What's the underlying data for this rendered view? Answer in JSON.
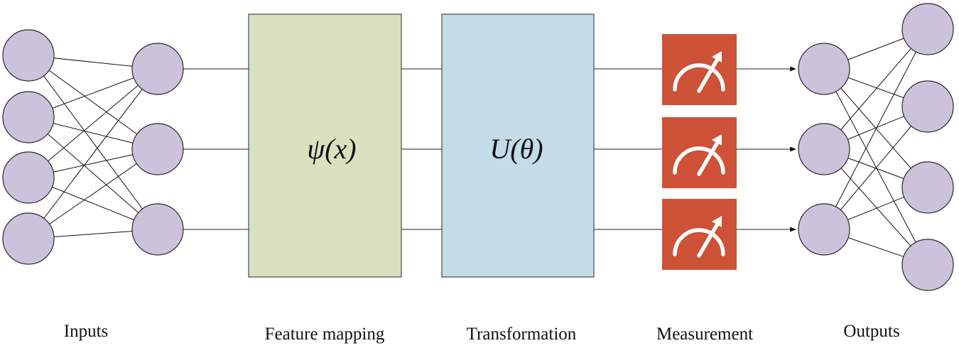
{
  "stages": {
    "inputs": "Inputs",
    "feature_mapping": "Feature mapping",
    "transformation": "Transformation",
    "measurement": "Measurement",
    "outputs": "Outputs"
  },
  "blocks": {
    "feature_map_expr": "ψ(x)",
    "unitary_expr": "U(θ)"
  },
  "icons": {
    "measurement": "measurement-gauge-icon"
  },
  "colors": {
    "node_fill": "#cbc3dc",
    "feature_block": "#d8e2c0",
    "transformation_block": "#c3dce7",
    "measurement_block": "#cd5237"
  }
}
